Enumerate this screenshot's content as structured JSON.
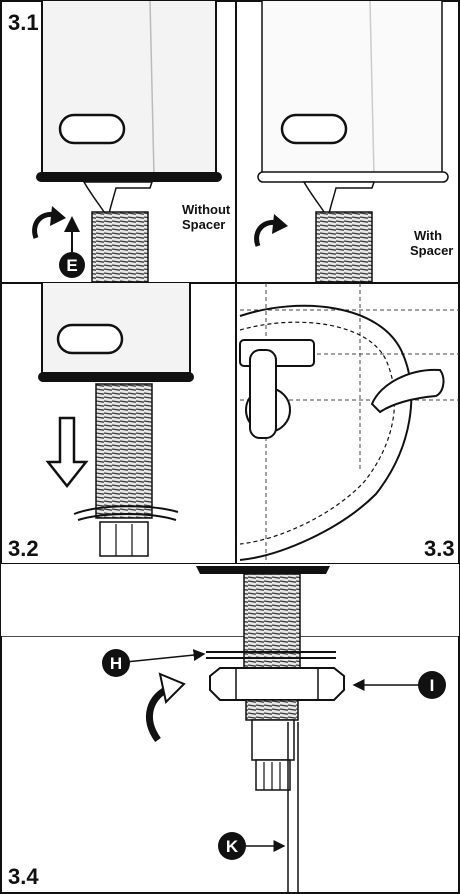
{
  "panels": {
    "p31": {
      "step": "3.1",
      "without_line1": "Without",
      "without_line2": "Spacer",
      "with_line1": "With",
      "with_line2": "Spacer",
      "callout": "E"
    },
    "p32": {
      "step": "3.2"
    },
    "p33": {
      "step": "3.3"
    },
    "p34": {
      "step": "3.4",
      "callout_h": "H",
      "callout_i": "I",
      "callout_k": "K"
    }
  },
  "colors": {
    "ink": "#111111",
    "paper": "#ffffff",
    "thread": "#6a6a6a"
  }
}
